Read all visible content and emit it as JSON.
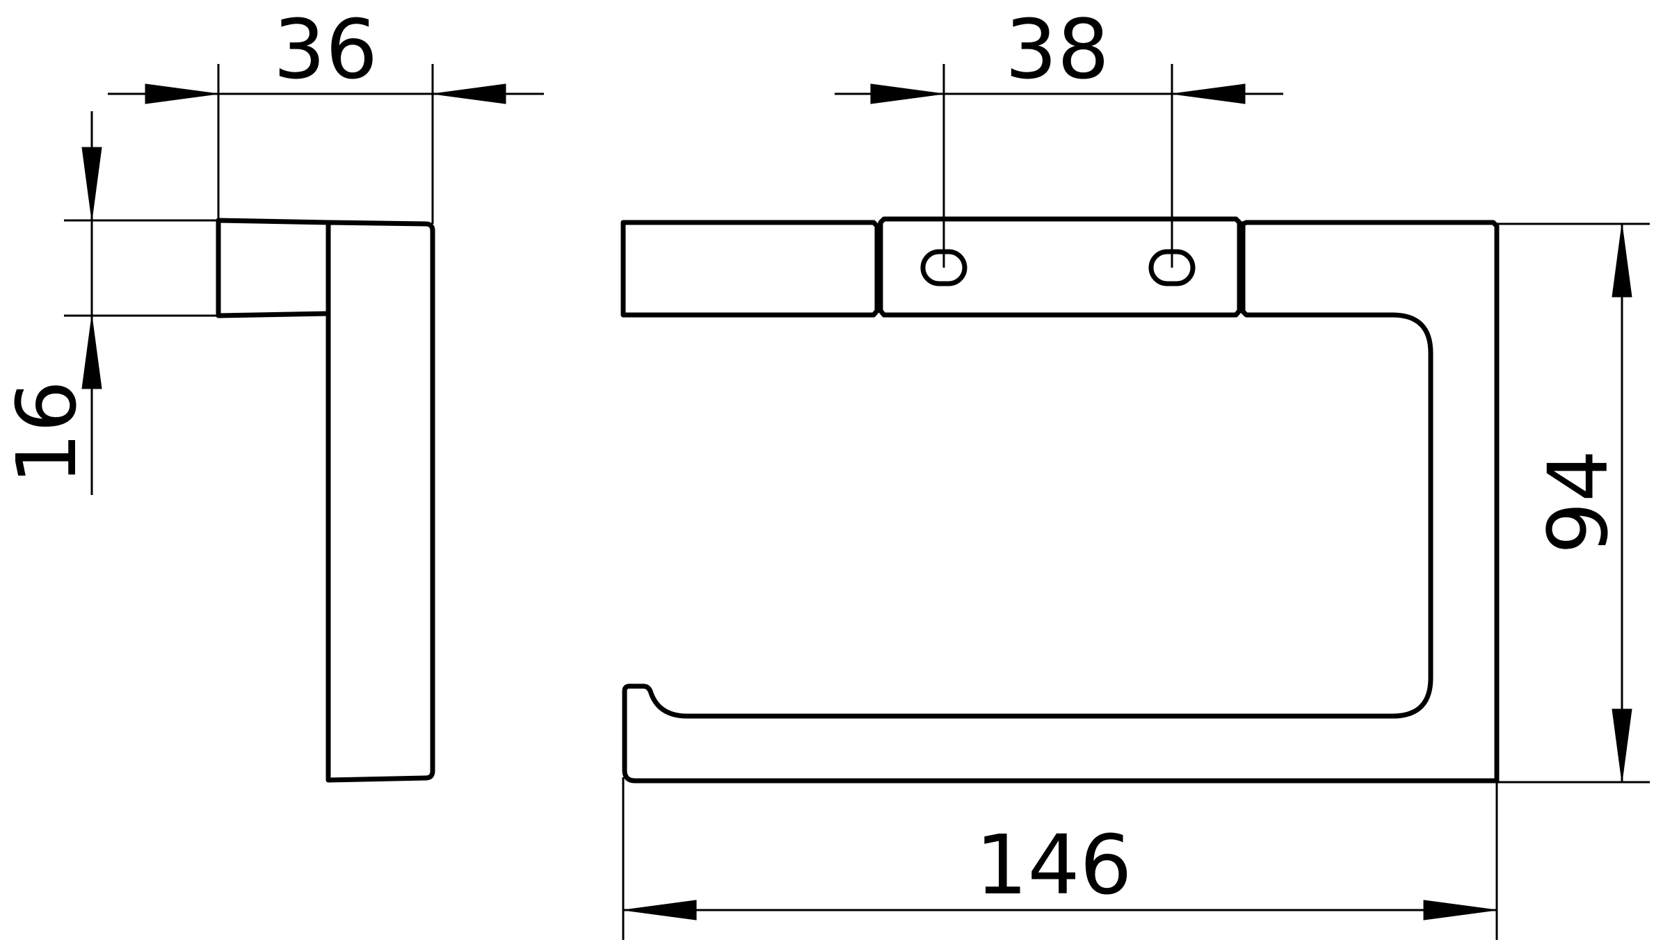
{
  "drawing": {
    "colors": {
      "line": "#000000",
      "background": "#ffffff"
    },
    "dimensions": {
      "side_width": "36",
      "side_thickness": "16",
      "hole_spacing": "38",
      "overall_width": "146",
      "overall_height": "94"
    }
  }
}
